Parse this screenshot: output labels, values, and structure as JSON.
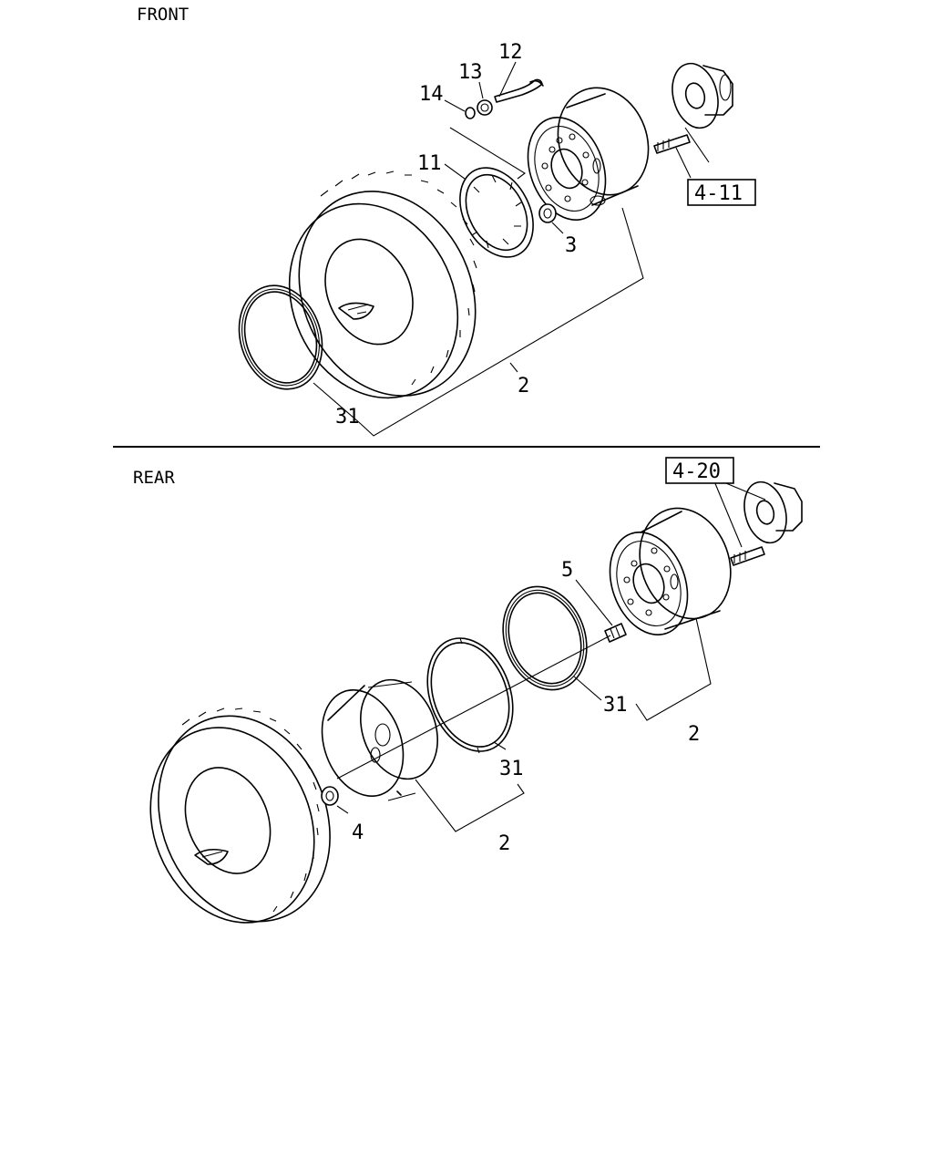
{
  "sections": {
    "front": "FRONT",
    "rear": "REAR"
  },
  "callouts": {
    "front": {
      "c14": "14",
      "c13": "13",
      "c12": "12",
      "c11": "11",
      "c3": "3",
      "c2": "2",
      "c31": "31",
      "ref": "4-11"
    },
    "rear": {
      "ref": "4-20",
      "c5": "5",
      "c31a": "31",
      "c2a": "2",
      "c31b": "31",
      "c4": "4",
      "c2b": "2"
    }
  }
}
